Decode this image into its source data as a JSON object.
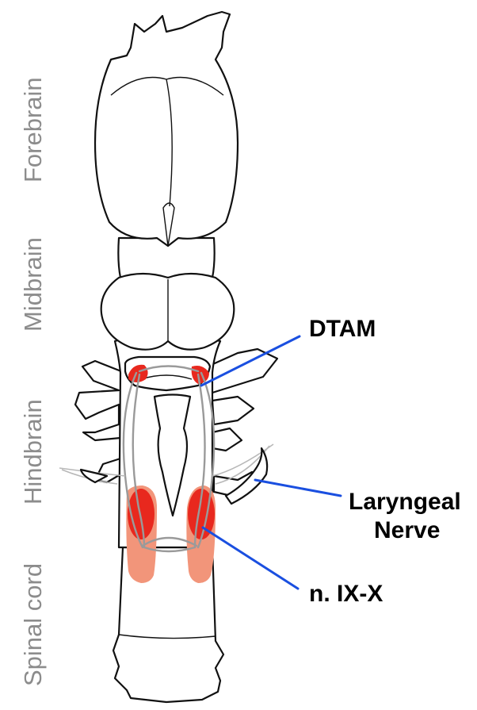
{
  "regions": {
    "forebrain": "Forebrain",
    "midbrain": "Midbrain",
    "hindbrain": "Hindbrain",
    "spinal_cord": "Spinal cord"
  },
  "callouts": {
    "dtam": "DTAM",
    "laryngeal_line1": "Laryngeal",
    "laryngeal_line2": "Nerve",
    "nucleus": "n. IX-X"
  },
  "colors": {
    "label_gray": "#8c8c8c",
    "leader_blue": "#1a4fe0",
    "nucleus_red": "#e8281e",
    "nucleus_salmon": "#f2957a",
    "tract_gray": "#9a9a9a"
  }
}
